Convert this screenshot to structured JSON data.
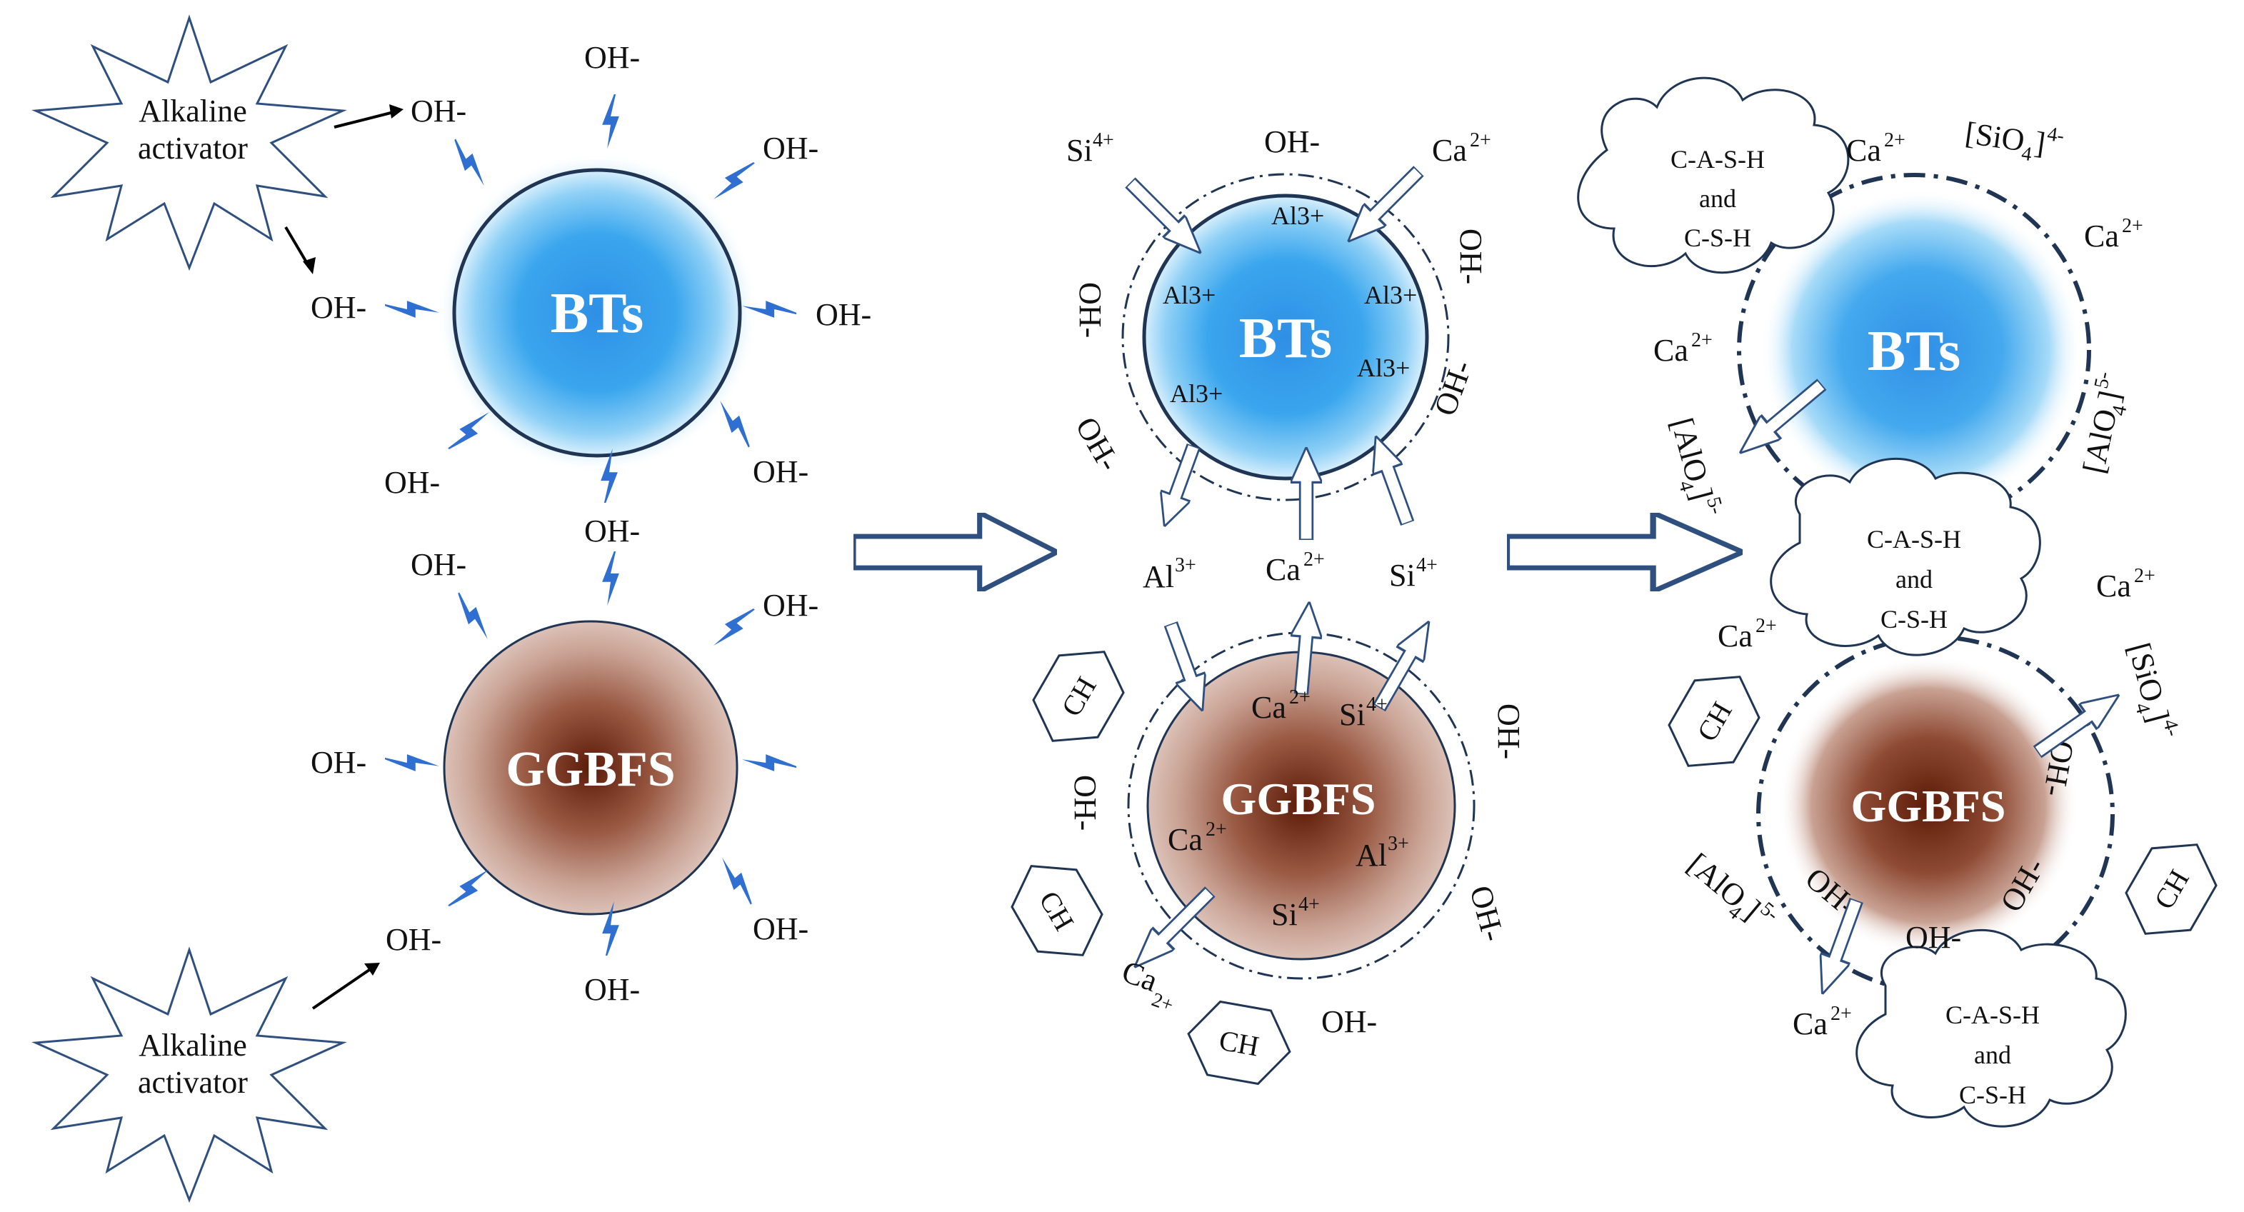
{
  "diagram": {
    "colors": {
      "bts_core": "#2f8fe6",
      "bts_edge": "#bfe4fb",
      "ggbfs_core": "#6a2410",
      "ggbfs_edge": "#dcc1b7",
      "outline": "#1f3553",
      "bolt": "#2f6fd1",
      "arrow_stroke": "#2f4f7f"
    },
    "stage1": {
      "activator_top": [
        "Alkaline",
        "activator"
      ],
      "activator_bottom": [
        "Alkaline",
        "activator"
      ],
      "bts_label": "BTs",
      "ggbfs_label": "GGBFS",
      "oh": "OH-"
    },
    "stage2": {
      "bts_label": "BTs",
      "ggbfs_label": "GGBFS",
      "al_inner": "Al3+",
      "oh": "OH-",
      "si": "Si",
      "si_sup": "4+",
      "ca": "Ca",
      "ca_sup": "2+",
      "al": "Al",
      "al_sup": "3+",
      "ch": "CH"
    },
    "stage3": {
      "bts_label": "BTs",
      "ggbfs_label": "GGBFS",
      "cloud_lines": [
        "C-A-S-H",
        "and",
        "C-S-H"
      ],
      "ca": "Ca",
      "ca_sup": "2+",
      "sio4": "[SiO",
      "sio4_sub": "4",
      "sio4_close": "]",
      "sio4_sup": "4-",
      "alo4": "[AlO",
      "alo4_sub": "4",
      "alo4_close": "]",
      "alo4_sup": "5-",
      "oh": "OH-",
      "ch": "CH"
    }
  }
}
